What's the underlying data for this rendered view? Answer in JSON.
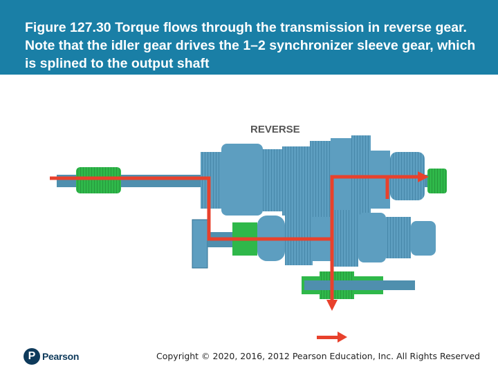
{
  "caption": "Figure 127.30 Torque flows through the transmission in reverse gear. Note that the idler gear drives the 1–2 synchronizer sleeve gear, which is splined to the output shaft",
  "diagram": {
    "label": "REVERSE"
  },
  "footer": {
    "logo_mark": "P",
    "logo_text": "Pearson",
    "copyright": "Copyright © 2020, 2016, 2012 Pearson Education, Inc. All Rights Reserved"
  },
  "colors": {
    "header": "#1a7fa6",
    "shaft": "#4f8fae",
    "gear": "#5d9ec0",
    "gear_dark": "#2f6f90",
    "highlight_green": "#2fb84a",
    "flow_arrow": "#e8412c"
  }
}
